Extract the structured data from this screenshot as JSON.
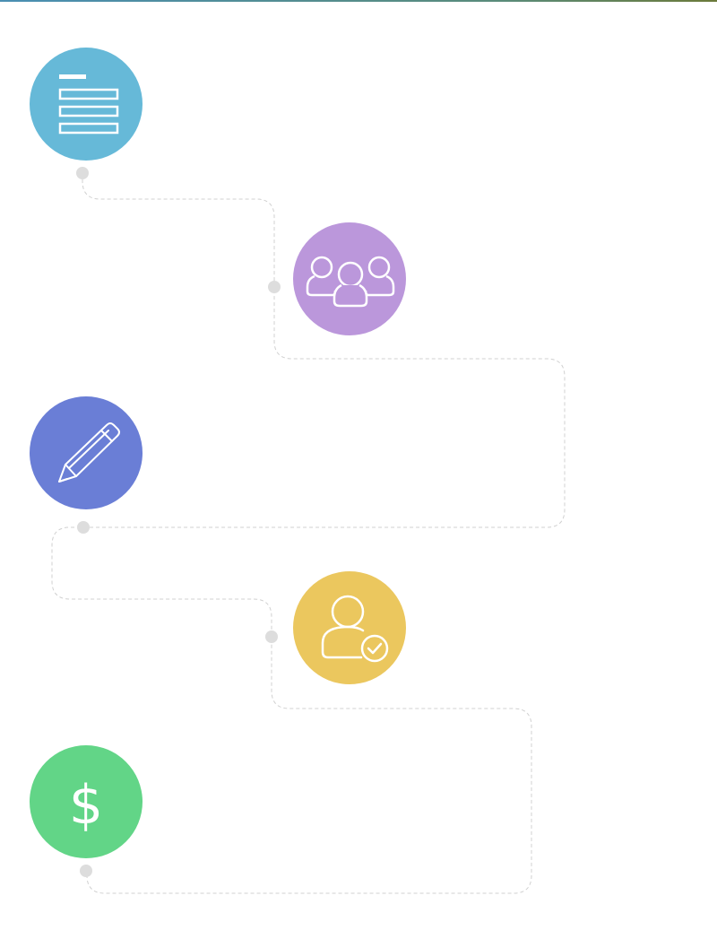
{
  "steps": [
    {
      "id": "step-1",
      "icon": "document-lines-icon",
      "color": "#66b9d8"
    },
    {
      "id": "step-2",
      "icon": "user-group-icon",
      "color": "#bb97db"
    },
    {
      "id": "step-3",
      "icon": "pencil-icon",
      "color": "#6a7ed6"
    },
    {
      "id": "step-4",
      "icon": "verified-user-icon",
      "color": "#ebc75e"
    },
    {
      "id": "step-5",
      "icon": "dollar-sign-icon",
      "color": "#62d587"
    }
  ],
  "connector_color": "#d0d0d0",
  "dot_color": "#dddddd",
  "symbols": {
    "currency": "$"
  }
}
